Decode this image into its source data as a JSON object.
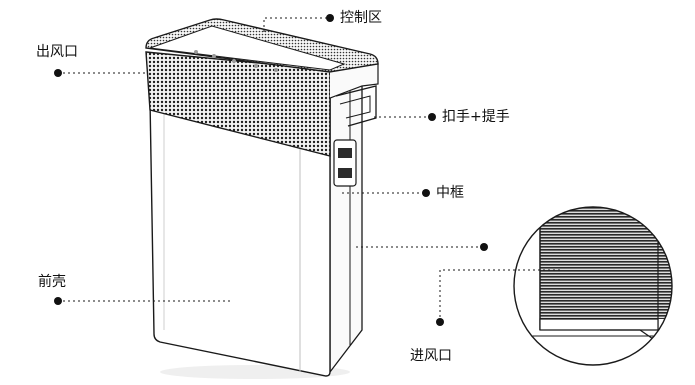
{
  "labels": {
    "control_area": "控制区",
    "air_outlet": "出风口",
    "handle": "扣手+提手",
    "middle_frame": "中框",
    "front_shell": "前壳",
    "air_inlet": "进风口"
  },
  "colors": {
    "line": "#1a1a1a",
    "body": "#ffffff",
    "grille": "#2b2b2b",
    "shadow": "#e6e6e6"
  }
}
